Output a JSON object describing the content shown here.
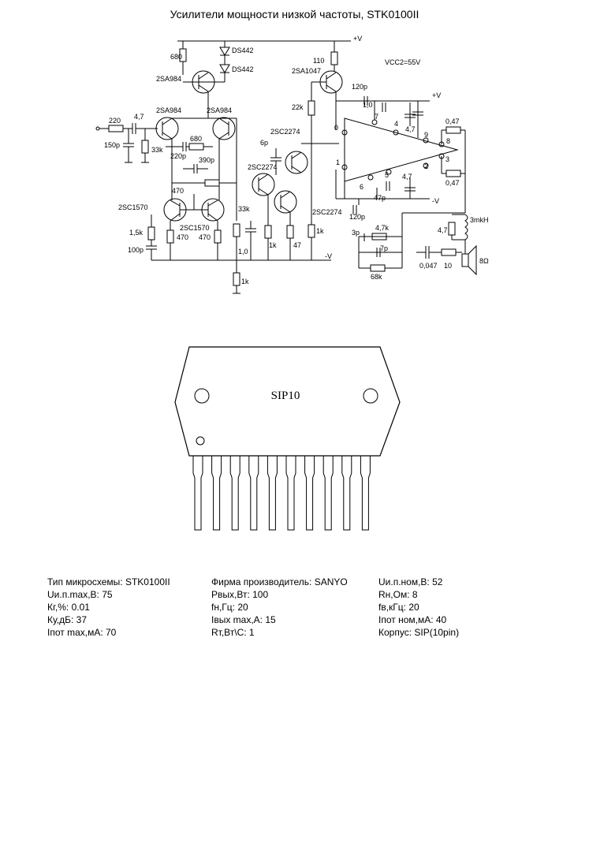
{
  "title": "Усилители мощности низкой частоты, STK0100II",
  "schematic": {
    "vcc2_label": "V",
    "vcc2_value": "VCC2=55V",
    "components": {
      "r680": "680",
      "ds1": "DS442",
      "ds2": "DS442",
      "q_2sa984_top": "2SA984",
      "r110": "110",
      "q_2sa1047": "2SA1047",
      "c120p_top": "120p",
      "r22k": "22k",
      "r220": "220",
      "c4_7_in": "4,7",
      "q_2sa984_l": "2SA984",
      "q_2sa984_r": "2SA984",
      "c150p": "150p",
      "r33k_a": "33k",
      "r680_mid": "680",
      "c220p": "220p",
      "c390p": "390p",
      "r470_mid": "470",
      "q_2sc2274_a": "2SC2274",
      "c6p": "6p",
      "q_2sc2274_b": "2SC2274",
      "q_2sc2274_c": "2SC2274",
      "q_2sc1570_l": "2SC1570",
      "q_2sc1570_r": "2SC1570",
      "r1_5k": "1,5k",
      "r470_a": "470",
      "r470_b": "470",
      "c100p": "100p",
      "r33k_b": "33k",
      "c1_0": "1,0",
      "r1k_a": "1k",
      "r47": "47",
      "r1k_b": "1k",
      "r1k_c": "1k",
      "vcc2_neg": "-V",
      "c1_0_b": "1,0",
      "c4_7_a": "4,7",
      "c4_7_b": "4,7",
      "c47p": "47p",
      "r0_47a": "0,47",
      "r0_47b": "0,47",
      "c120p_bot": "120p",
      "c3p": "3p",
      "r4_7k": "4,7k",
      "c7p": "7p",
      "r68k": "68k",
      "l3mkh": "3mkH",
      "r4_7": "4,7",
      "c0_047": "0,047",
      "r10": "10",
      "spk": "8Ω",
      "vcc_pos": "+V",
      "vcc_neg": "-V",
      "vcc2_pos": "+V",
      "pin0": "0",
      "pin1": "1",
      "pin2": "2",
      "pin3": "3",
      "pin4": "4",
      "pin5": "5",
      "pin6": "6",
      "pin7": "7",
      "pin8": "8",
      "pin9": "9"
    }
  },
  "package": {
    "label": "SIP10"
  },
  "specs": {
    "col1": [
      "Тип микросхемы: STK0100II",
      "Uи.п.max,В: 75",
      "Кг,%: 0.01",
      "Ку,дБ: 37",
      "Iпот max,мА: 70"
    ],
    "col2": [
      "Фирма производитель: SANYO",
      "Pвых,Вт: 100",
      "fн,Гц: 20",
      "Iвых max,А: 15",
      "Rт,Вт\\С: 1"
    ],
    "col3": [
      "Uи.п.ном,В: 52",
      "Rн,Ом: 8",
      "fв,кГц: 20",
      "Iпот ном,мА: 40",
      "Корпус: SIP(10pin)"
    ]
  }
}
